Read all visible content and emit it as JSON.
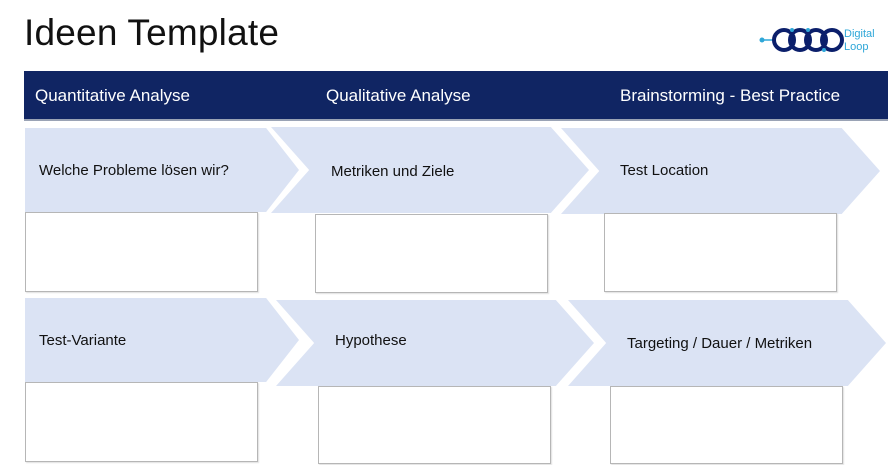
{
  "page": {
    "title": "Ideen Template",
    "logo": {
      "line1": "Digital",
      "line2": "Loop",
      "icon": "interlocking-rings-logo",
      "accent": "#0b1f6b",
      "dot_color": "#2fa7d8"
    }
  },
  "header": {
    "background": "#102563",
    "columns": [
      "Quantitative Analyse",
      "Qualitative Analyse",
      "Brainstorming  - Best Practice"
    ]
  },
  "cards": [
    {
      "label": "Welche Probleme lösen wir?",
      "value": ""
    },
    {
      "label": "Metriken und Ziele",
      "value": ""
    },
    {
      "label": "Test Location",
      "value": ""
    },
    {
      "label": "Test-Variante",
      "value": ""
    },
    {
      "label": "Hypothese",
      "value": ""
    },
    {
      "label": "Targeting / Dauer / Metriken",
      "value": ""
    }
  ],
  "colors": {
    "arrow_fill": "#dbe3f4",
    "box_border": "#b6b6b6"
  }
}
